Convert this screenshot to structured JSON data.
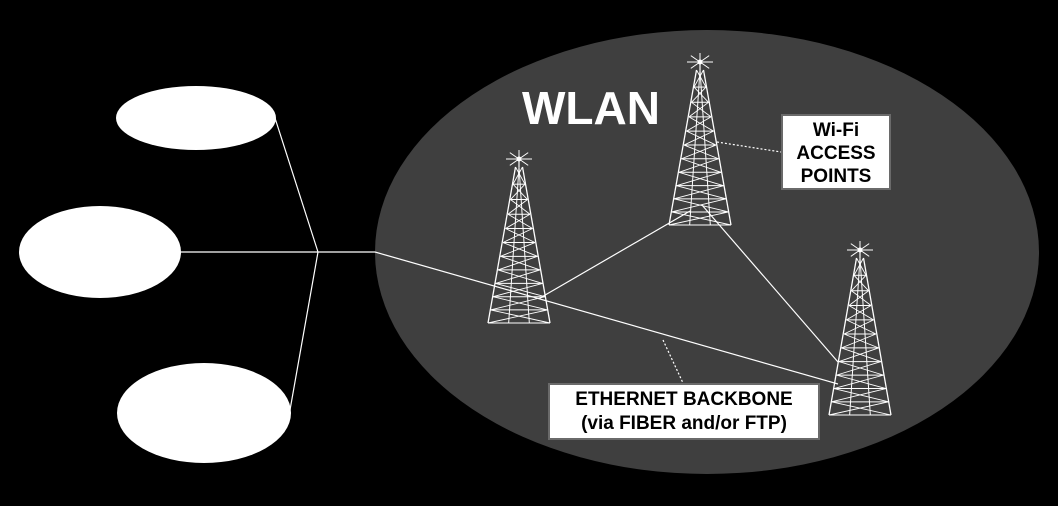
{
  "wlan": {
    "title": "WLAN",
    "ellipse_fill": "#3f3f3f"
  },
  "wifi_label": {
    "lines": [
      "Wi-Fi",
      "ACCESS",
      "POINTS"
    ]
  },
  "backbone_label": {
    "lines": [
      "ETHERNET BACKBONE",
      "(via FIBER and/or FTP)"
    ]
  },
  "colors": {
    "background": "#000000",
    "lines": "#ffffff",
    "client_nodes": "#ffffff",
    "label_border": "#6a6a6a"
  },
  "nodes": {
    "clients": [
      "client-node-top",
      "client-node-middle",
      "client-node-bottom"
    ],
    "towers": [
      "radio-tower-left",
      "radio-tower-center",
      "radio-tower-right"
    ]
  }
}
